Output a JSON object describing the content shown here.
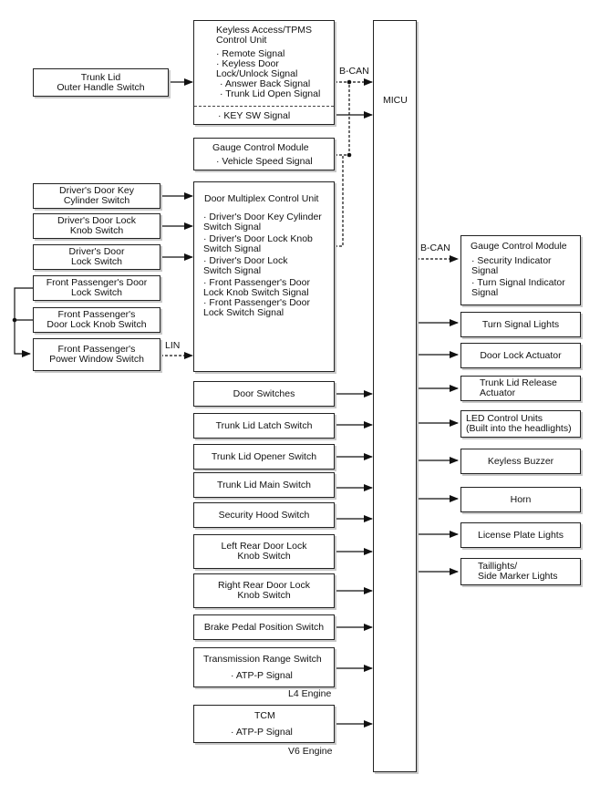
{
  "micu": "MICU",
  "bus": {
    "bcan_left": "B-CAN",
    "bcan_right": "B-CAN",
    "lin": "LIN"
  },
  "keyless": {
    "title": "Keyless Access/TPMS\nControl Unit",
    "signals": [
      "· Remote Signal",
      "· Keyless Door\nLock/Unlock Signal",
      "· Answer Back Signal",
      "· Trunk Lid Open Signal"
    ],
    "key_sw": "· KEY SW Signal"
  },
  "trunk_lid_outer": "Trunk Lid\nOuter Handle Switch",
  "gauge_left": {
    "title": "Gauge Control Module",
    "signal": "· Vehicle Speed Signal"
  },
  "door_multiplex": {
    "title": "Door Multiplex Control Unit",
    "signals": [
      "· Driver's Door Key Cylinder\nSwitch Signal",
      "· Driver's Door Lock Knob\nSwitch Signal",
      "· Driver's Door Lock\nSwitch Signal",
      "· Front Passenger's Door\nLock Knob Switch Signal",
      "· Front Passenger's Door\nLock Switch Signal"
    ]
  },
  "left_switches": [
    "Driver's Door Key\nCylinder Switch",
    "Driver's Door Lock\nKnob Switch",
    "Driver's Door\nLock Switch",
    "Front Passenger's Door\nLock Switch",
    "Front Passenger's\nDoor Lock Knob Switch",
    "Front Passenger's\nPower Window Switch"
  ],
  "inputs": [
    "Door Switches",
    "Trunk Lid Latch Switch",
    "Trunk Lid Opener Switch",
    "Trunk Lid Main Switch",
    "Security Hood Switch",
    "Left Rear Door Lock\nKnob Switch",
    "Right Rear Door Lock\nKnob Switch",
    "Brake Pedal Position Switch"
  ],
  "transmission": {
    "title": "Transmission Range Switch",
    "signal": "· ATP-P Signal",
    "note": "L4 Engine"
  },
  "tcm": {
    "title": "TCM",
    "signal": "· ATP-P Signal",
    "note": "V6 Engine"
  },
  "gauge_right": {
    "title": "Gauge Control Module",
    "signals": [
      "· Security Indicator\nSignal",
      "· Turn Signal Indicator\nSignal"
    ]
  },
  "outputs": [
    "Turn Signal Lights",
    "Door Lock Actuator",
    "Trunk Lid Release\nActuator",
    "LED Control Units\n(Built into the headlights)",
    "Keyless Buzzer",
    "Horn",
    "License Plate Lights",
    "Taillights/\nSide Marker Lights"
  ]
}
